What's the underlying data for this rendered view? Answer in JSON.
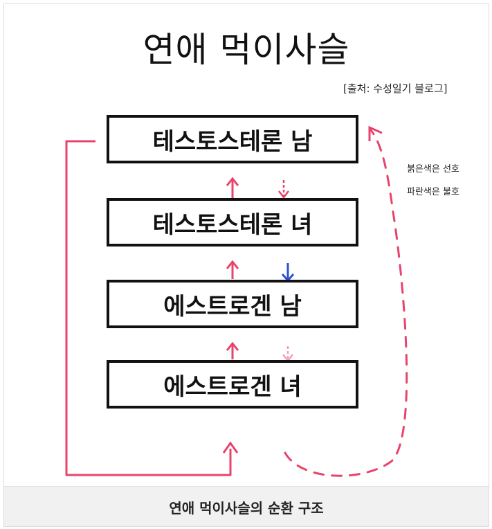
{
  "title": "연애 먹이사슬",
  "source": "[출처: 수성일기 블로그]",
  "boxes": [
    {
      "label": "테스토스테론 남"
    },
    {
      "label": "테스토스테론 녀"
    },
    {
      "label": "에스트로겐 남"
    },
    {
      "label": "에스트로겐 녀"
    }
  ],
  "legend": {
    "red": "붉은색은 선호",
    "blue": "파란색은 불호"
  },
  "colors": {
    "prefer": "#e8436b",
    "dislike": "#2f4fd6",
    "prefer_light": "#f3a0b4"
  },
  "caption": "연애 먹이사슬의 순환 구조"
}
